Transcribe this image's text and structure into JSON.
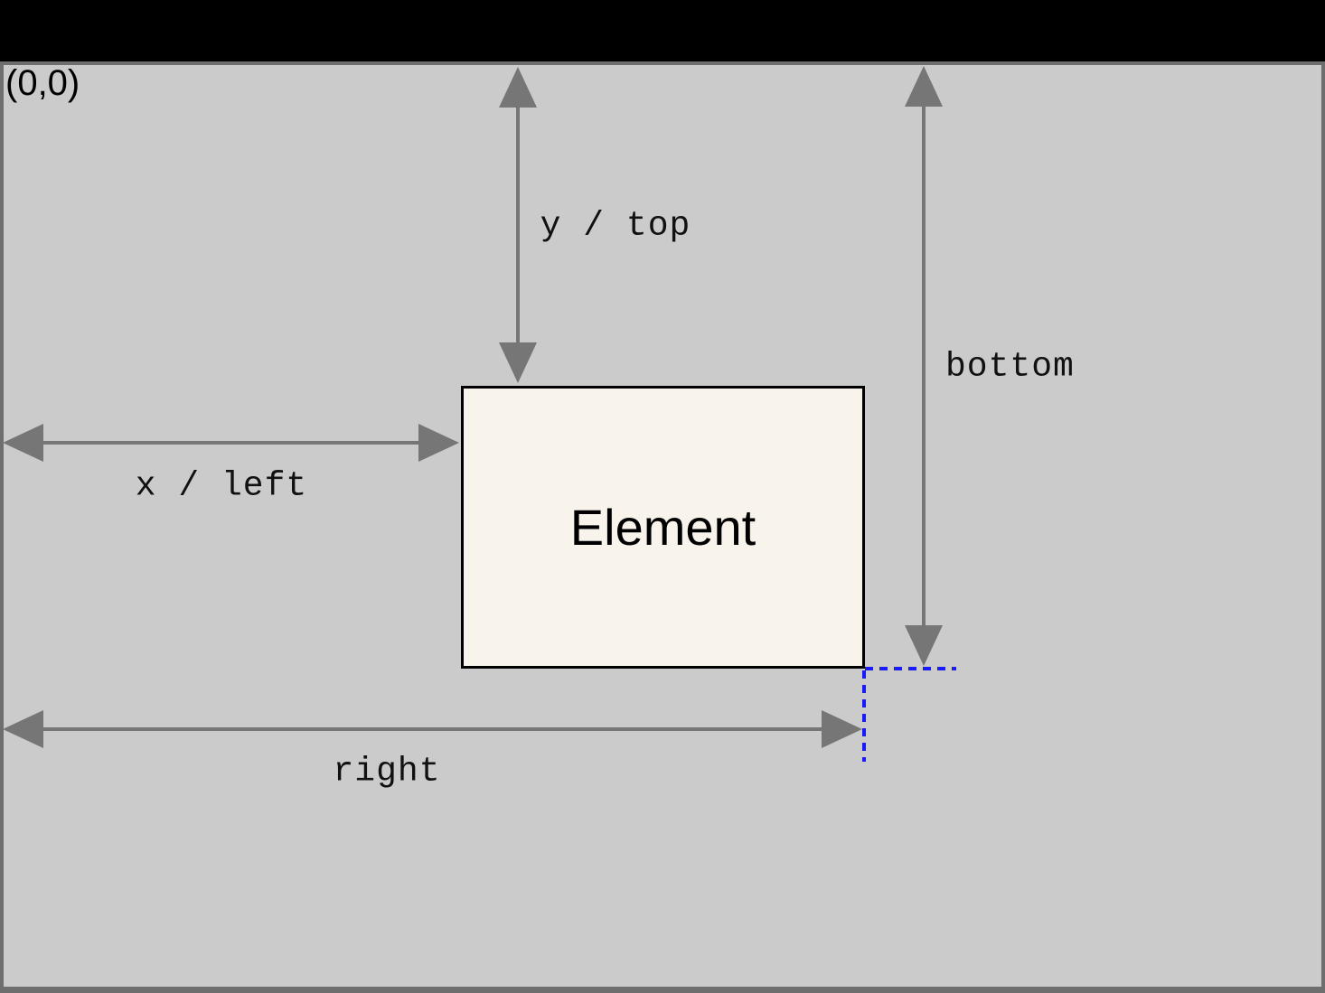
{
  "diagram": {
    "origin_label": "(0,0)",
    "element_label": "Element",
    "labels": {
      "y_top": "y / top",
      "x_left": "x / left",
      "bottom": "bottom",
      "right": "right"
    },
    "colors": {
      "top_bar": "#000000",
      "viewport_background": "#cbcbcb",
      "window_frame": "#6e6e6e",
      "arrow": "#767676",
      "element_fill": "#f8f4ec",
      "element_border": "#000000",
      "guide_blue": "#1a1aff",
      "text": "#000000"
    }
  }
}
